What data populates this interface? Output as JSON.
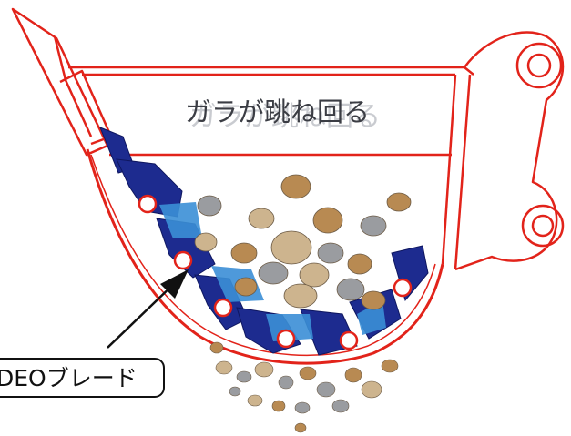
{
  "diagram": {
    "heading": "ガラが跳ね回る",
    "callout_label": "DEOブレード"
  },
  "colors": {
    "outline_red": "#e2231a",
    "liner_navy": "#1d2b8f",
    "liner_blue": "#3b8fd6",
    "rivet_white": "#ffffff",
    "rock_gray": "#9a9ca0",
    "rock_brown": "#b88a52",
    "rock_tan": "#cdb48e"
  },
  "icons": {
    "arrow": "callout-arrow",
    "bucket": "excavator-bucket"
  }
}
